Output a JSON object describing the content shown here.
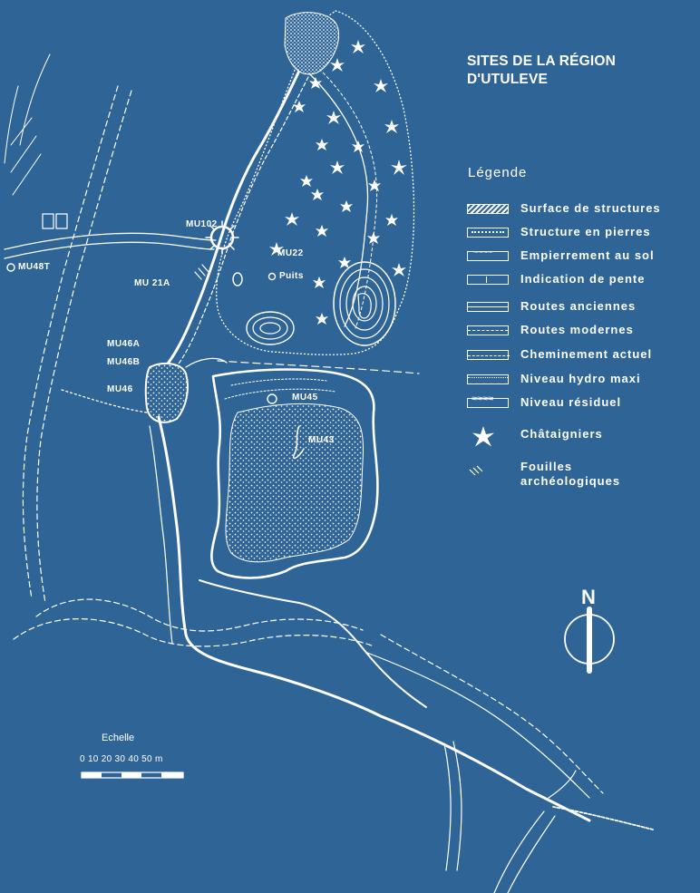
{
  "title": {
    "line1": "SITES DE LA RÉGION",
    "line2": "D'UTULEVE"
  },
  "legend": {
    "heading": "Légende",
    "items": [
      {
        "label": "Surface de structures",
        "swatch": "hatch"
      },
      {
        "label": "Structure en pierres",
        "swatch": "stone"
      },
      {
        "label": "Empierrement au sol",
        "swatch": "pave"
      },
      {
        "label": "Indication de pente",
        "swatch": "pente"
      },
      {
        "label": "Routes anciennes",
        "swatch": "anc"
      },
      {
        "label": "Routes modernes",
        "swatch": "mod"
      },
      {
        "label": "Cheminement actuel",
        "swatch": "chem"
      },
      {
        "label": "Niveau hydro maxi",
        "swatch": "hydro"
      },
      {
        "label": "Niveau résiduel",
        "swatch": "resid"
      }
    ],
    "chestnut_label": "Châtaigniers",
    "excavation_line1": "Fouilles",
    "excavation_line2": "archéologiques"
  },
  "sites": {
    "mu102": "MU102",
    "mu22": "MU22",
    "puits": "Puits",
    "mu21a": "MU 21A",
    "mu48t": "MU48T",
    "mu46a": "MU46A",
    "mu46b": "MU46B",
    "mu46": "MU46",
    "mu45": "MU45",
    "mu43": "MU43"
  },
  "scale": {
    "title": "Echelle",
    "ticks": "0  10 20 30 40 50 m"
  },
  "north": "N",
  "colors": {
    "background": "#2f6496",
    "ink": "#ffffff"
  }
}
